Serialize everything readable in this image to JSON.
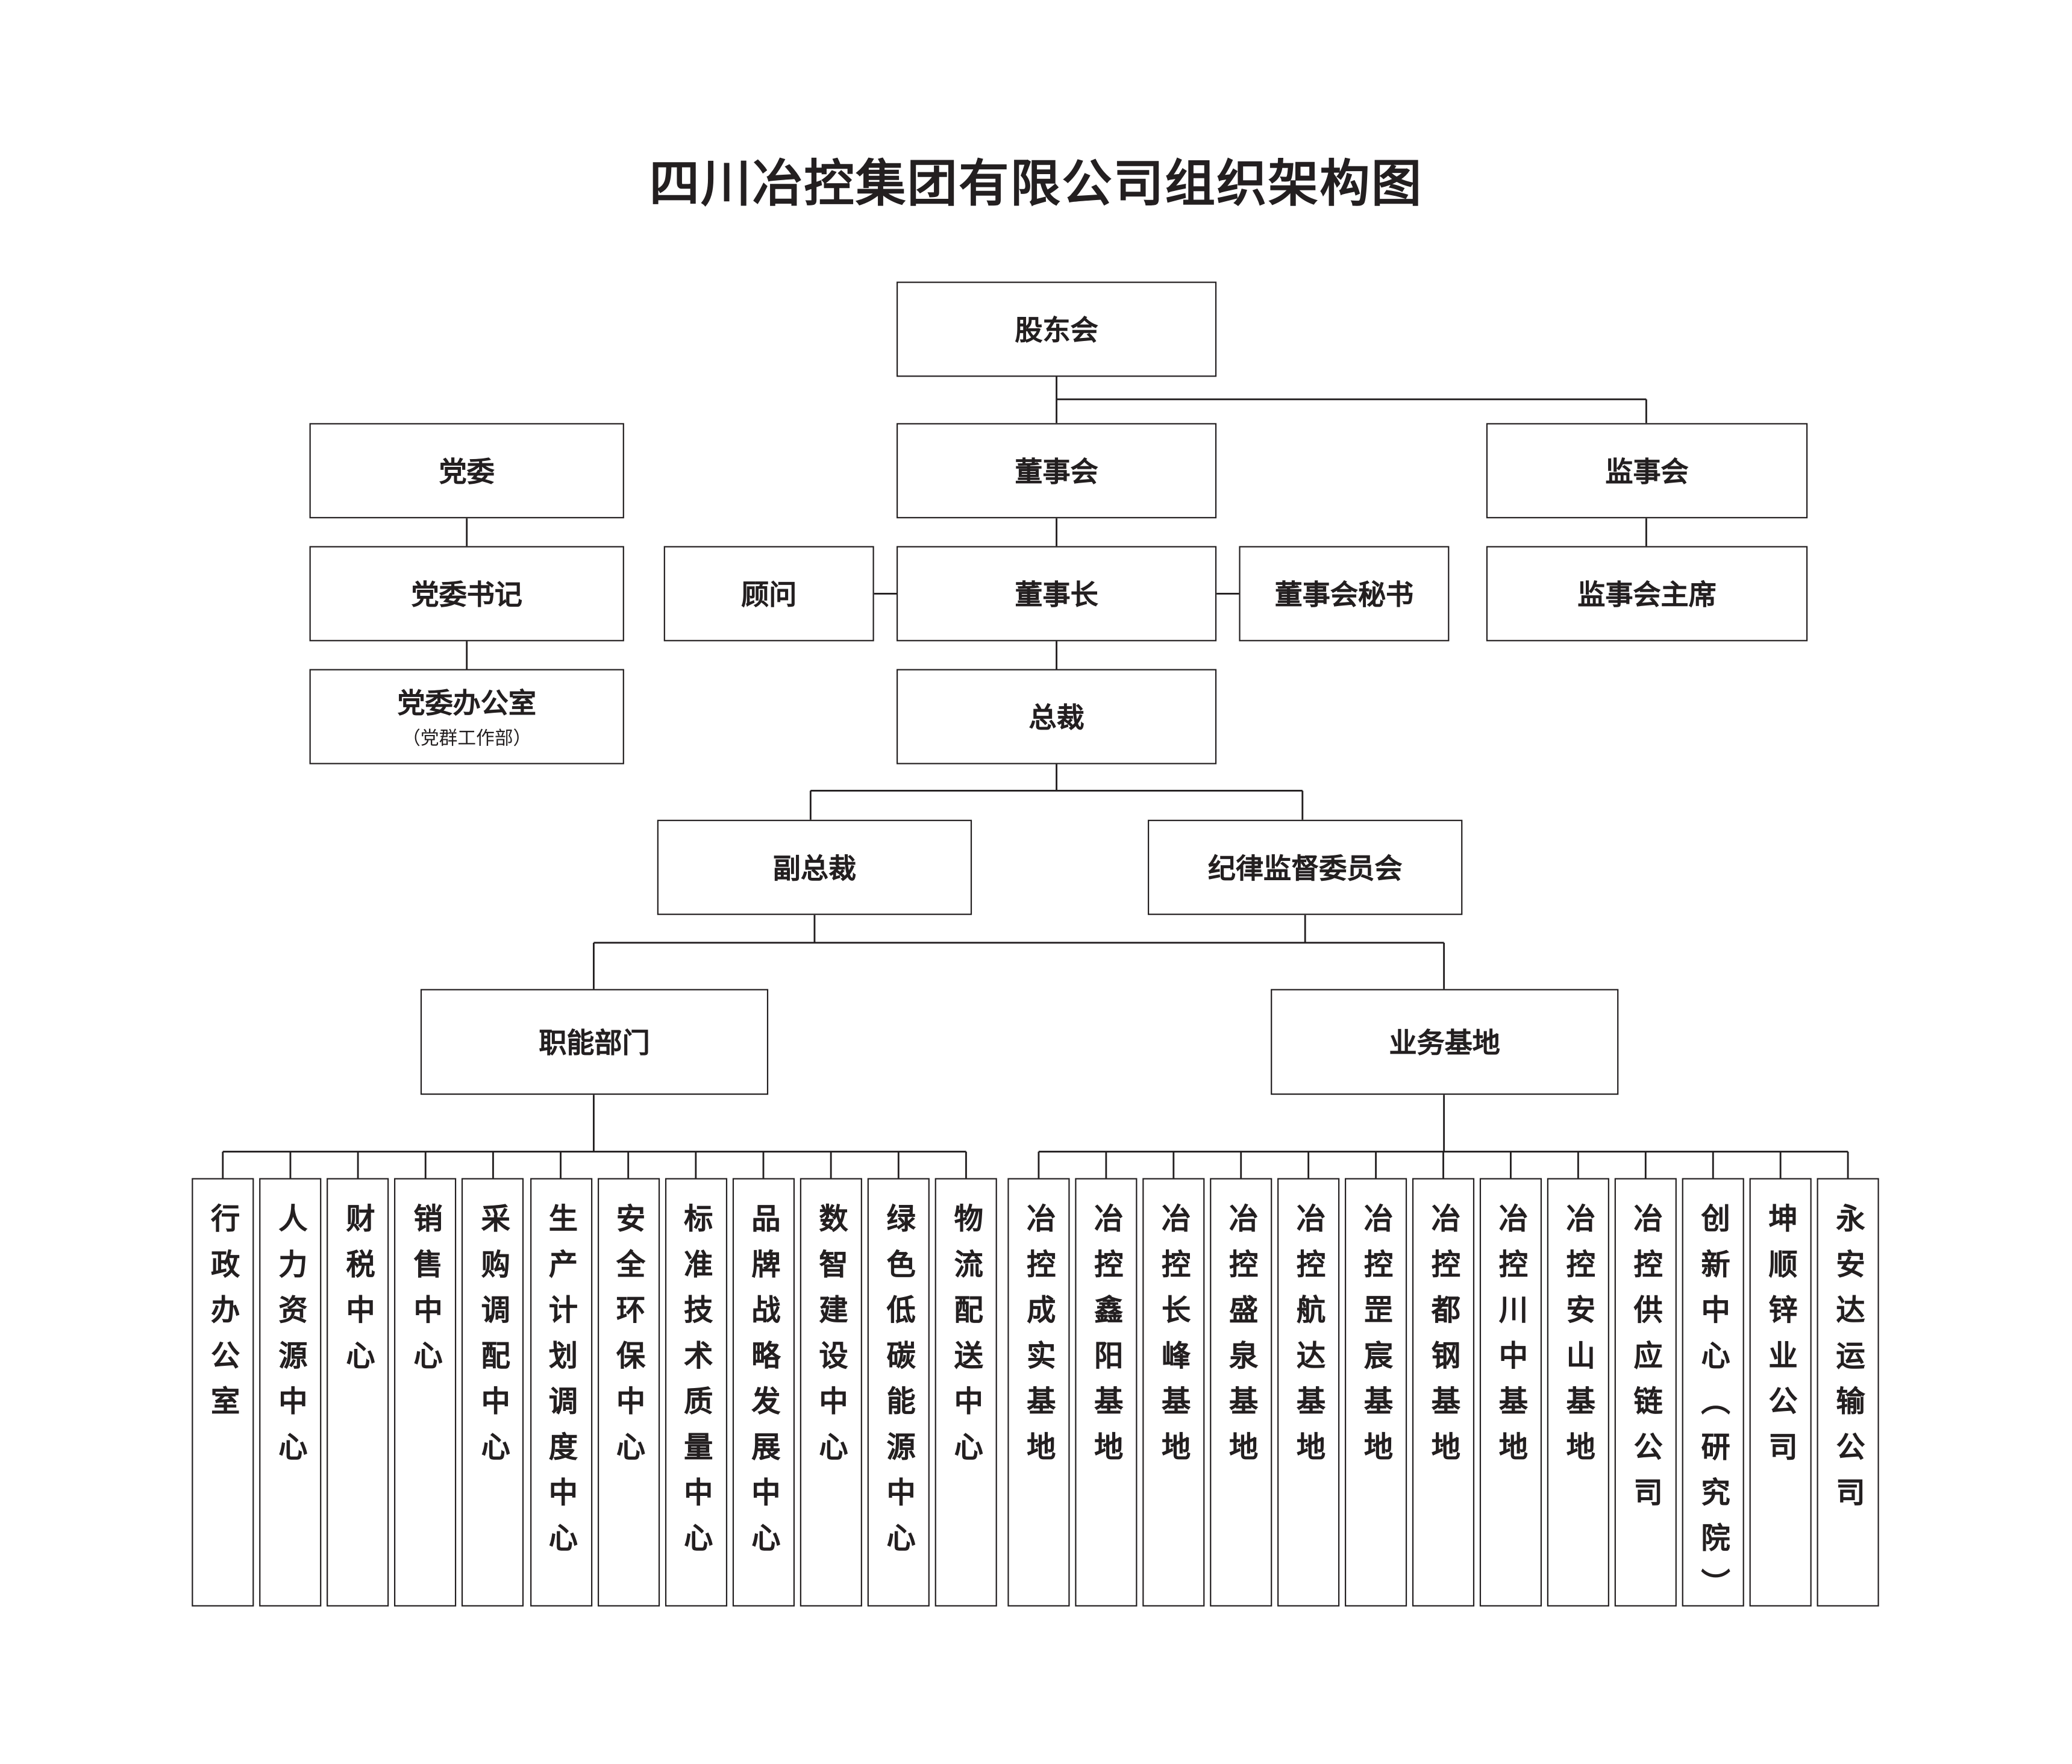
{
  "title": "四川冶控集团有限公司组织架构图",
  "nodes": {
    "shareholders": "股东会",
    "party_committee": "党委",
    "board": "董事会",
    "supervisory_board": "监事会",
    "party_secretary": "党委书记",
    "advisor": "顾问",
    "chairman": "董事长",
    "board_secretary": "董事会秘书",
    "supervisory_chairman": "监事会主席",
    "party_office": "党委办公室",
    "party_office_sub": "（党群工作部）",
    "president": "总裁",
    "vice_president": "副总裁",
    "discipline_committee": "纪律监督委员会",
    "functional_depts": "职能部门",
    "business_bases": "业务基地"
  },
  "functional_units": [
    "行政办公室",
    "人力资源中心",
    "财税中心",
    "销售中心",
    "采购调配中心",
    "生产计划调度中心",
    "安全环保中心",
    "标准技术质量中心",
    "品牌战略发展中心",
    "数智建设中心",
    "绿色低碳能源中心",
    "物流配送中心"
  ],
  "business_units": [
    "冶控成实基地",
    "冶控鑫阳基地",
    "冶控长峰基地",
    "冶控盛泉基地",
    "冶控航达基地",
    "冶控罡宸基地",
    "冶控都钢基地",
    "冶控川中基地",
    "冶控安山基地",
    "冶控供应链公司",
    "创新中心（研究院）",
    "坤顺锌业公司",
    "永安达运输公司"
  ]
}
